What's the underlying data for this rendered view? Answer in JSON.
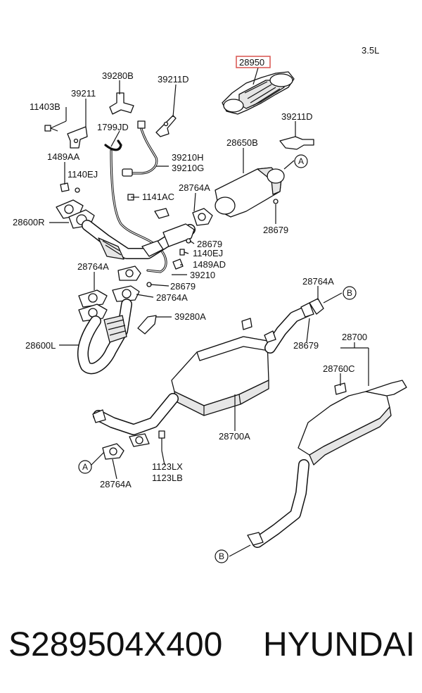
{
  "diagram": {
    "engine": "3.5L",
    "highlight_color": "#d9534f",
    "labels": {
      "p28950": "28950",
      "p39280B": "39280B",
      "p39211D_top": "39211D",
      "p39211": "39211",
      "p11403B": "11403B",
      "p1799JD": "1799JD",
      "p39211D_right": "39211D",
      "p28650B": "28650B",
      "p1489AA": "1489AA",
      "p1140EJ_left": "1140EJ",
      "p39210H": "39210H",
      "p39210G": "39210G",
      "p28764A_mid": "28764A",
      "p1141AC": "1141AC",
      "p28600R": "28600R",
      "p28679_right": "28679",
      "p28679_mid": "28679",
      "p1140EJ_mid": "1140EJ",
      "p1489AD": "1489AD",
      "p39210": "39210",
      "p28764A_left": "28764A",
      "p28679_low": "28679",
      "p28764A_low": "28764A",
      "p39280A": "39280A",
      "p28764A_pipe": "28764A",
      "p28679_pipe": "28679",
      "p28700": "28700",
      "p28760C": "28760C",
      "p28600L": "28600L",
      "p28700A": "28700A",
      "p1123LX": "1123LX",
      "p1123LB": "1123LB",
      "p28764A_bottom": "28764A"
    },
    "callouts": {
      "a1": "A",
      "a2": "A",
      "b1": "B",
      "b2": "B"
    }
  },
  "footer": {
    "part_number": "S289504X400",
    "brand": "HYUNDAI"
  }
}
